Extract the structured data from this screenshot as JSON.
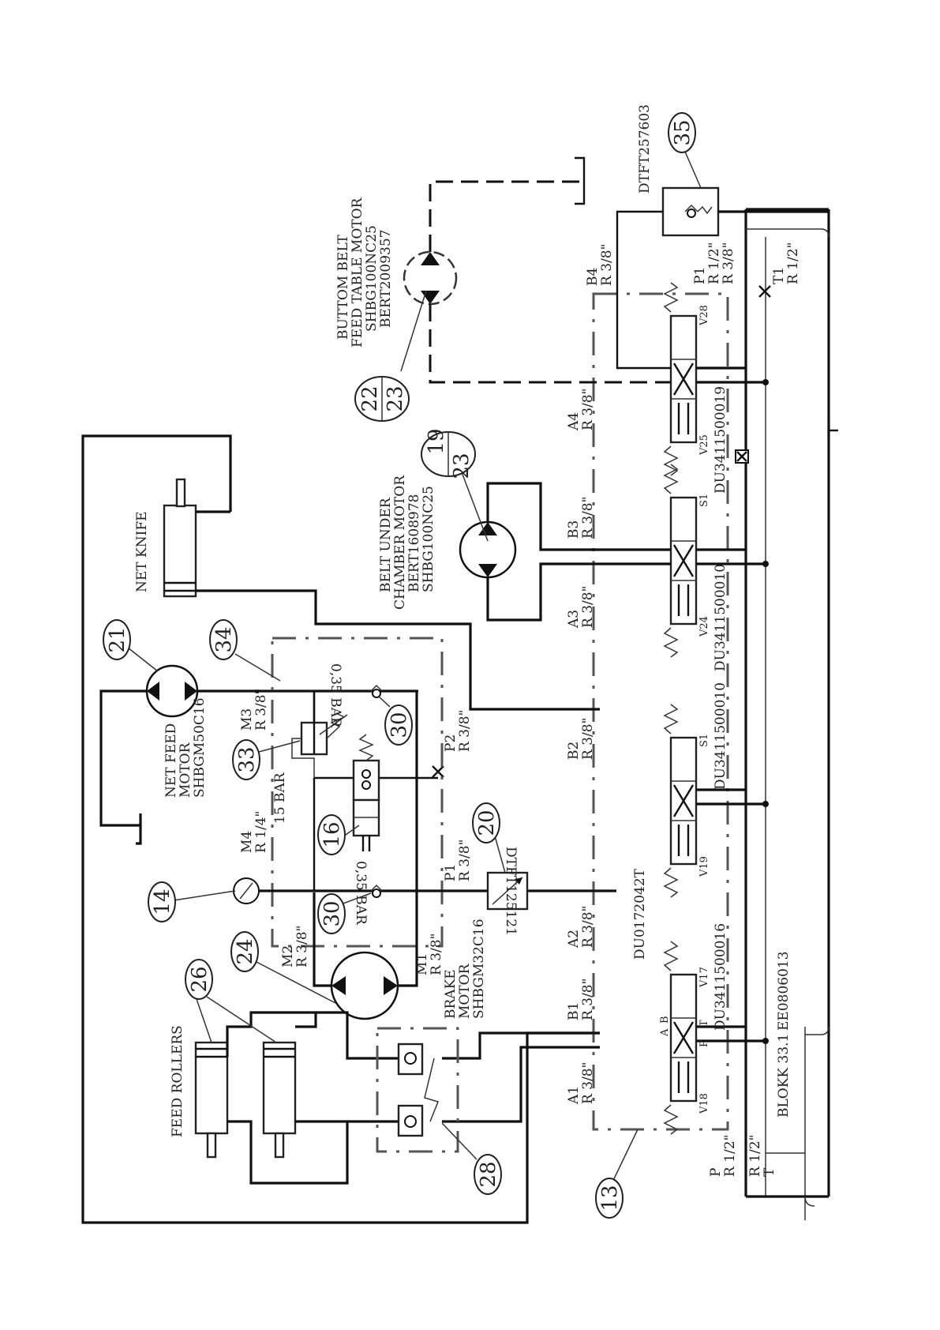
{
  "labels": {
    "net_knife": "NET KNIFE",
    "net_feed_motor": [
      "NET FEED",
      "MOTOR",
      "SHBGM50C16"
    ],
    "feed_rollers": "FEED ROLLERS",
    "brake_motor": [
      "BRAKE",
      "MOTOR",
      "SHBGM32C16"
    ],
    "belt_under_chamber": [
      "BELT UNDER",
      "CHAMBER MOTOR",
      "BERT1608978",
      "SHBG100NC25"
    ],
    "buttom_belt": [
      "BUTTOM BELT",
      "FEED TABLE MOTOR",
      "SHBG100NC25",
      "BERT2009357"
    ],
    "bar_035_top": "0,35 BAR",
    "bar_035_bottom": "0,35 BAR",
    "bar_15": "15 BAR",
    "dtft125": "DTFT125121",
    "dtft257": "DTFT257603",
    "du017": "DU0172042T",
    "ee080": "EE0806013",
    "blokk": "BLOKK 33.1",
    "valve_codes": [
      "DU3411500016",
      "DU3411500010",
      "DU3411500010",
      "DU3411500019"
    ],
    "valve_tags_left": [
      "V18",
      "V19",
      "V24",
      "V25"
    ],
    "valve_tags_right": [
      "V17",
      "S1",
      "S1",
      "V28"
    ],
    "port_letters": [
      "A",
      "B",
      "P",
      "T"
    ]
  },
  "ports": {
    "M1": [
      "M1",
      "R 3/8\""
    ],
    "M2": [
      "M2",
      "R 3/8\""
    ],
    "M3": [
      "M3",
      "R 3/8\""
    ],
    "M4": [
      "M4",
      "R 1/4\""
    ],
    "P1": [
      "P1",
      "R 3/8\""
    ],
    "P2": [
      "P2",
      "R 3/8\""
    ],
    "A1": [
      "A1",
      "R 3/8\""
    ],
    "B1": [
      "B1",
      "R 3/8\""
    ],
    "A2": [
      "A2",
      "R 3/8\""
    ],
    "B2": [
      "B2",
      "R 3/8\""
    ],
    "A3": [
      "A3",
      "R 3/8\""
    ],
    "B3": [
      "B3",
      "R 3/8\""
    ],
    "A4": [
      "A4",
      "R 3/8\""
    ],
    "B4": [
      "B4",
      "R 3/8\""
    ],
    "P_main": [
      "P",
      "R 1/2\""
    ],
    "T_main": [
      "R 1/2\"",
      "T"
    ],
    "P1_right": [
      "P1",
      "R 1/2\"",
      "R 3/8\""
    ],
    "T1_right": [
      "T1",
      "R 1/2\""
    ]
  },
  "callouts": {
    "c13": "13",
    "c14": "14",
    "c16": "16",
    "c19": "19",
    "c20": "20",
    "c21": "21",
    "c22": "22",
    "c23a": "23",
    "c23b": "23",
    "c24": "24",
    "c26": "26",
    "c28": "28",
    "c30a": "30",
    "c30b": "30",
    "c33": "33",
    "c34": "34",
    "c35": "35"
  }
}
